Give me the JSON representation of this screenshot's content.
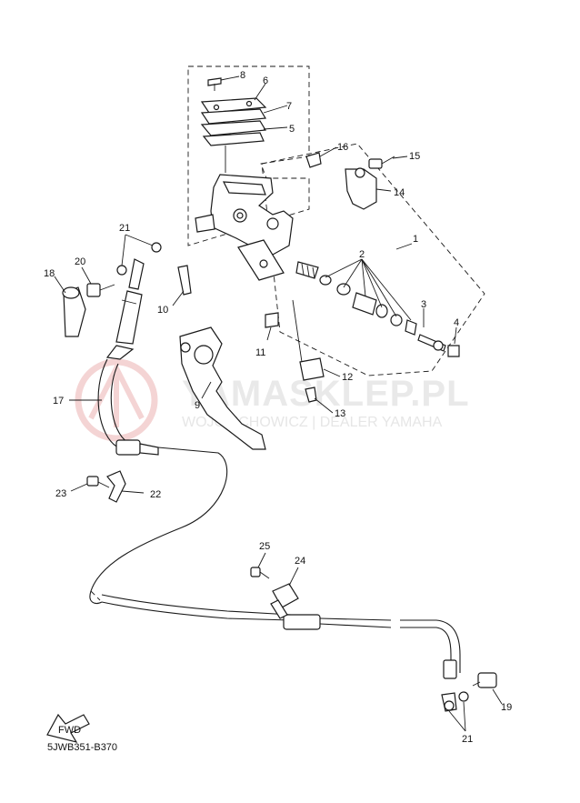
{
  "diagram_code": "5JWB351-B370",
  "watermark": {
    "title": "YAMASKLEP.PL",
    "subtitle": "WOJCIECHOWICZ | DEALER YAMAHA"
  },
  "fwd_label": "FWD",
  "callouts": {
    "n1": "1",
    "n2": "2",
    "n3": "3",
    "n4": "4",
    "n5": "5",
    "n6": "6",
    "n7": "7",
    "n8": "8",
    "n9": "9",
    "n10": "10",
    "n11": "11",
    "n12": "12",
    "n13": "13",
    "n14": "14",
    "n15": "15",
    "n16": "16",
    "n17": "17",
    "n18": "18",
    "n19": "19",
    "n20": "20",
    "n21a": "21",
    "n21b": "21",
    "n22": "22",
    "n23": "23",
    "n24": "24",
    "n25": "25"
  }
}
